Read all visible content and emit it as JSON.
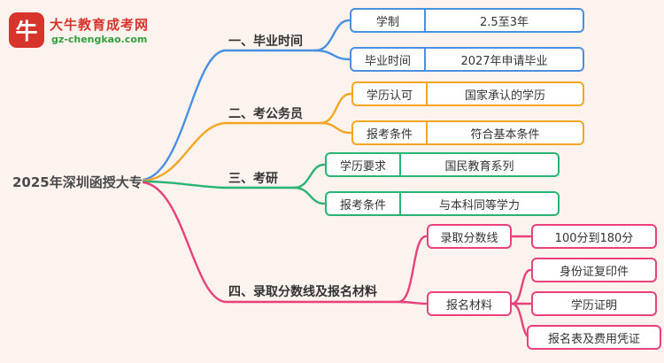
{
  "colors": {
    "background": "#fcf3ef",
    "branch_blue": "#4a90e2",
    "branch_orange": "#f5a623",
    "branch_green": "#29b474",
    "branch_pink": "#e8417c",
    "logo_red": "#d7342b",
    "logo_green": "#33a03c"
  },
  "logo": {
    "icon": "ox-logo-icon",
    "icon_glyph": "牛",
    "brand": "大牛教育成考网",
    "domain": "gz-chengkao.com"
  },
  "root": {
    "label": "2025年深圳函授大专"
  },
  "branches": [
    {
      "label": "一、毕业时间",
      "color": "#4a90e2",
      "children": [
        {
          "label": "学制",
          "value": "2.5至3年"
        },
        {
          "label": "毕业时间",
          "value": "2027年申请毕业"
        }
      ]
    },
    {
      "label": "二、考公务员",
      "color": "#f5a623",
      "children": [
        {
          "label": "学历认可",
          "value": "国家承认的学历"
        },
        {
          "label": "报考条件",
          "value": "符合基本条件"
        }
      ]
    },
    {
      "label": "三、考研",
      "color": "#29b474",
      "children": [
        {
          "label": "学历要求",
          "value": "国民教育系列"
        },
        {
          "label": "报考条件",
          "value": "与本科同等学力"
        }
      ]
    },
    {
      "label": "四、录取分数线及报名材料",
      "color": "#e8417c",
      "children": [
        {
          "label": "录取分数线",
          "value": "100分到180分"
        },
        {
          "label": "报名材料",
          "values": [
            "身份证复印件",
            "学历证明",
            "报名表及费用凭证"
          ]
        }
      ]
    }
  ]
}
